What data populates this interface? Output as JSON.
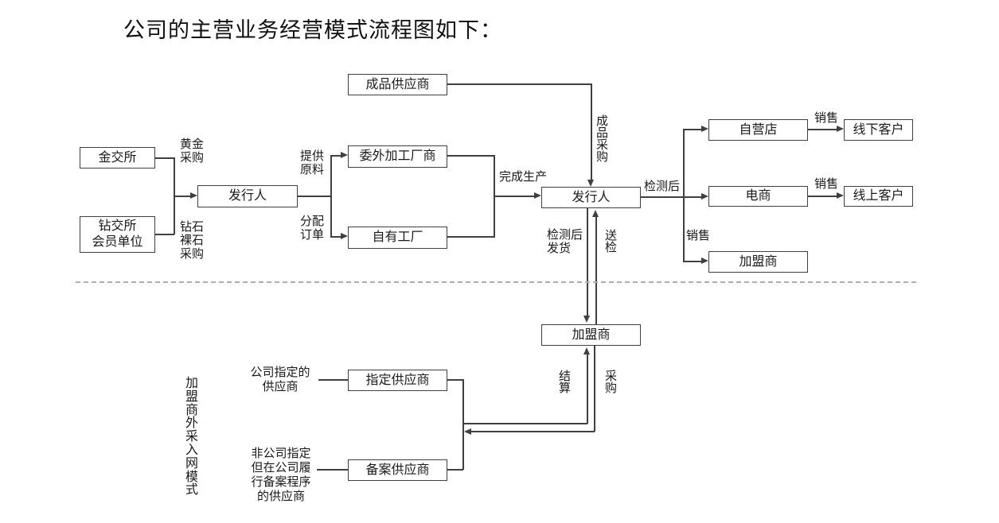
{
  "title": "公司的主营业务经营模式流程图如下：",
  "colors": {
    "line": "#404040",
    "text": "#1a1a1a",
    "divider": "#a6b0bf",
    "node_background": "#ffffff"
  },
  "diagram": {
    "nodes": {
      "gold_exchange": "金交所",
      "diamond_exchange_member": "钻交所\n会员单位",
      "issuer_left": "发行人",
      "finished_goods_supplier": "成品供应商",
      "outsourced_processor": "委外加工厂商",
      "own_factory": "自有工厂",
      "issuer_right": "发行人",
      "self_operated_store": "自营店",
      "offline_customers": "线下客户",
      "ecommerce": "电商",
      "online_customers": "线上客户",
      "franchisee_sales": "加盟商",
      "franchisee_bottom": "加盟商",
      "designated_supplier": "指定供应商",
      "registered_supplier": "备案供应商"
    },
    "labels": {
      "gold_purchase": "黄金\n采购",
      "diamond_rough_purchase": "钻石\n裸石\n采购",
      "provide_raw_materials": "提供\n原料",
      "allocate_orders": "分配\n订单",
      "complete_production": "完成生产",
      "finished_goods_purchase": "成\n品\n采\n购",
      "after_testing": "检测后",
      "sales_offline": "销售",
      "sales_online": "销售",
      "sales_franchisee": "销售",
      "ship_after_testing": "检测后\n发货",
      "send_for_inspection": "送\n检",
      "settlement": "结\n算",
      "procurement": "采\n购",
      "company_designated_supplier": "公司指定的\n供应商",
      "non_company_designated_supplier": "非公司指定\n但在公司履\n行备案程序\n的供应商",
      "franchisee_external_purchase_mode": "加\n盟\n商\n外\n采\n入\n网\n模\n式"
    }
  }
}
